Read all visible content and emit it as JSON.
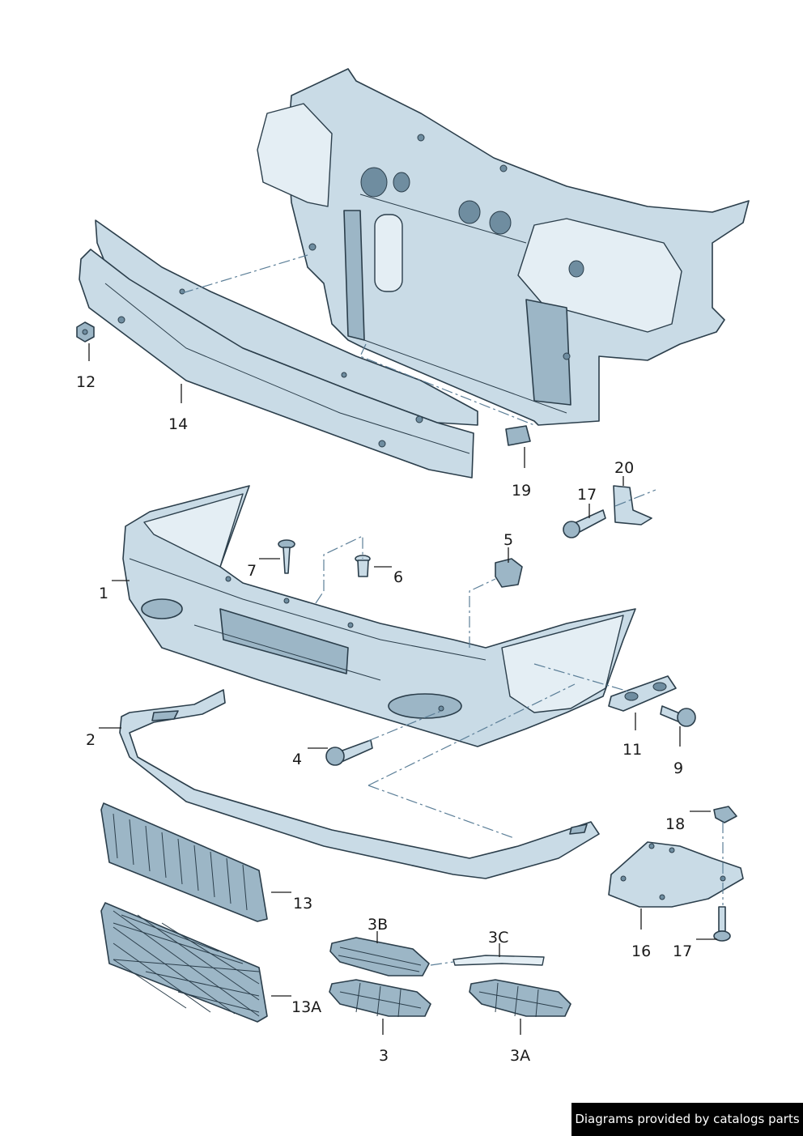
{
  "callouts": {
    "c1": "1",
    "c2": "2",
    "c3": "3",
    "c3a": "3A",
    "c3b": "3B",
    "c3c": "3C",
    "c4": "4",
    "c5": "5",
    "c6": "6",
    "c7": "7",
    "c9": "9",
    "c11": "11",
    "c12": "12",
    "c13": "13",
    "c13a": "13A",
    "c14": "14",
    "c16": "16",
    "c17a": "17",
    "c17b": "17",
    "c18": "18",
    "c19": "19",
    "c20": "20"
  },
  "watermark": "Diagrams provided by catalogs parts",
  "colors": {
    "part_fill": "#c9dbe6",
    "outline": "#2b3e4b",
    "leader": "#1a1a1a",
    "dash": "#5c7f98"
  }
}
